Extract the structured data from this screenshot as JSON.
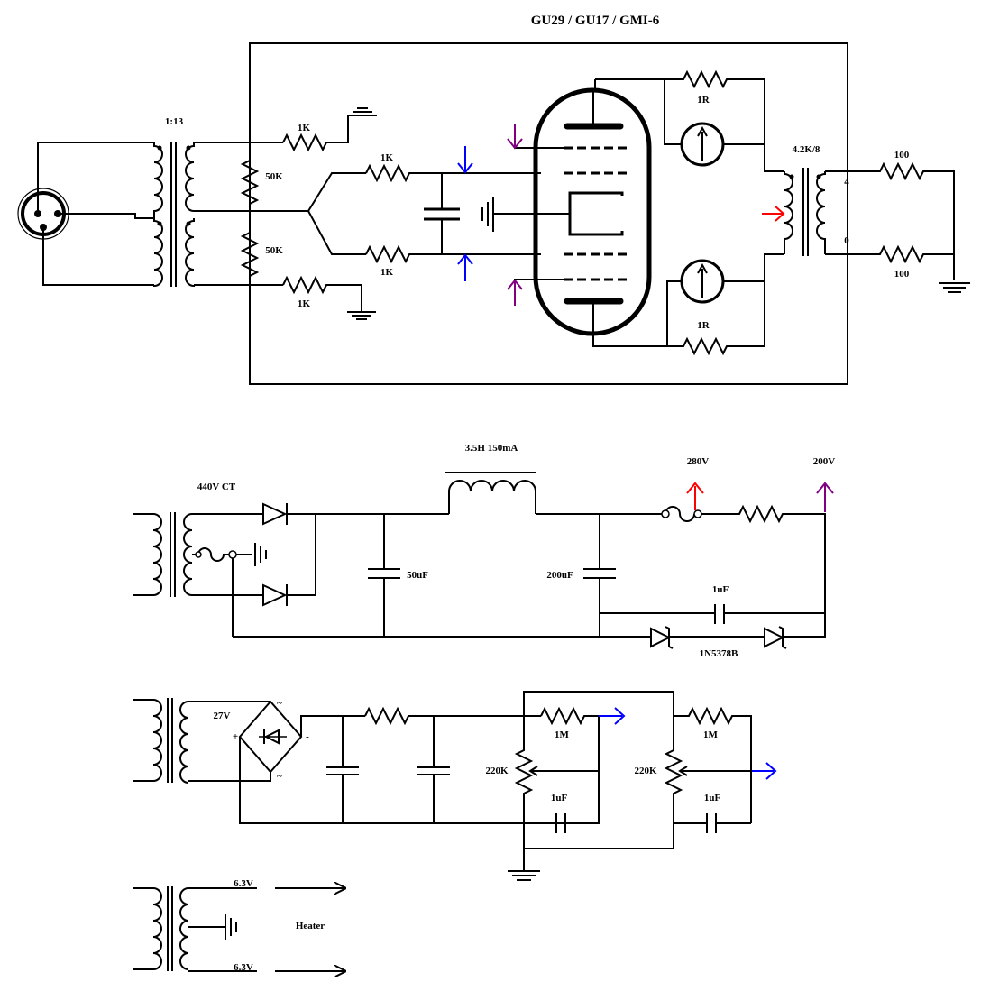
{
  "title": "GU29 / GU17 / GMI-6",
  "colors": {
    "ink": "#000000",
    "red": "#ff0000",
    "blue": "#0000ff",
    "purple": "#800080"
  },
  "amp": {
    "input_ratio": "1:13",
    "r_grid_stop_top": "1K",
    "r_grid_leak_top": "50K",
    "r_grid_leak_bottom": "50K",
    "r_grid_stop_bottom": "1K",
    "r_series_top": "1K",
    "r_series_bottom": "1K",
    "r_sense_top": "1R",
    "r_sense_bottom": "1R",
    "output_tx": "4.2K/8",
    "tap_4": "4",
    "tap_0": "0",
    "r_out_top": "100",
    "r_out_bottom": "100"
  },
  "hv_supply": {
    "tx_label": "440V CT",
    "choke": "3.5H 150mA",
    "c1": "50uF",
    "c2": "200uF",
    "v_out1": "280V",
    "v_out2": "200V",
    "c_bypass": "1uF",
    "zener": "1N5378B"
  },
  "bias_supply": {
    "tx_label": "27V",
    "ac1": "~",
    "ac2": "~",
    "plus": "+",
    "minus": "-",
    "r_top": "1M",
    "pot_left": "220K",
    "c_left": "1uF",
    "pot_right": "220K",
    "r_right": "1M",
    "c_right": "1uF"
  },
  "heater": {
    "v_top": "6.3V",
    "v_bottom": "6.3V",
    "label": "Heater"
  }
}
